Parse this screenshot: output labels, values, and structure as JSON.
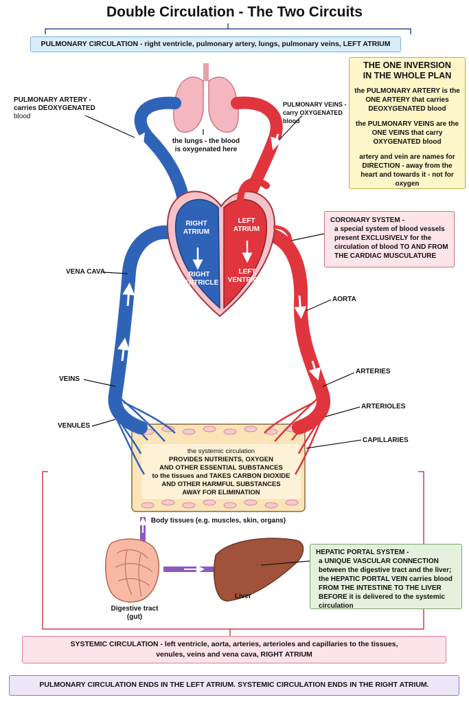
{
  "title": "Double Circulation - The Two Circuits",
  "banners": {
    "pulmonary": "PULMONARY CIRCULATION - right ventricle, pulmonary artery, lungs, pulmonary veins, LEFT ATRIUM",
    "systemic_line1": "SYSTEMIC CIRCULATION - left ventricle, aorta, arteries, arterioles and capillaries to the tissues,",
    "systemic_line2": "venules, veins and vena cava, RIGHT ATRIUM",
    "final": "PULMONARY CIRCULATION ENDS IN THE LEFT ATRIUM. SYSTEMIC CIRCULATION ENDS IN THE RIGHT ATRIUM."
  },
  "inversion_box": {
    "title_line1": "THE ONE INVERSION",
    "title_line2": "IN THE WHOLE PLAN",
    "p1": "the PULMONARY ARTERY is the ONE ARTERY that carries DEOXYGENATED blood",
    "p2": "the PULMONARY VEINS are the ONE VEINS that carry OXYGENATED blood",
    "p3": "artery and vein are names for DIRECTION - away from the heart and towards it - not for oxygen"
  },
  "coronary_box": {
    "title": "CORONARY SYSTEM -",
    "text": "a special system of blood vessels present EXCLUSIVELY for the circulation of blood TO AND FROM THE CARDIAC MUSCULATURE"
  },
  "hepatic_box": {
    "title": "HEPATIC PORTAL SYSTEM -",
    "text": "a UNIQUE VASCULAR CONNECTION between the digestive tract and the liver; the HEPATIC PORTAL VEIN carries blood FROM THE INTESTINE TO THE LIVER BEFORE it is delivered to the systemic circulation"
  },
  "labels": {
    "pulmonary_artery_1": "PULMONARY ARTERY -",
    "pulmonary_artery_2": "carries DEOXYGENATED",
    "pulmonary_artery_3": "blood",
    "pulmonary_veins_1": "PULMONARY VEINS -",
    "pulmonary_veins_2": "carry OXYGENATED",
    "pulmonary_veins_3": "blood",
    "lungs_1": "the lungs - the blood",
    "lungs_2": "is oxygenated here",
    "right_atrium_1": "RIGHT",
    "right_atrium_2": "ATRIUM",
    "right_ventricle_1": "RIGHT",
    "right_ventricle_2": "VENTRICLE",
    "left_atrium_1": "LEFT",
    "left_atrium_2": "ATRIUM",
    "left_ventricle_1": "LEFT",
    "left_ventricle_2": "VENTRICLE",
    "vena_cava": "VENA CAVA",
    "aorta": "AORTA",
    "veins": "VEINS",
    "venules": "VENULES",
    "arteries": "ARTERIES",
    "arterioles": "ARTERIOLES",
    "capillaries": "CAPILLARIES",
    "body_tissues": "Body tissues (e.g. muscles, skin, organs)",
    "liver": "Liver",
    "digestive_1": "Digestive tract",
    "digestive_2": "(gut)"
  },
  "tissue_text": {
    "l1": "the systemic circulation",
    "l2": "PROVIDES NUTRIENTS, OXYGEN",
    "l3": "AND OTHER ESSENTIAL SUBSTANCES",
    "l4": "to the tissues and TAKES CARBON DIOXIDE",
    "l5": "AND OTHER HARMFUL SUBSTANCES",
    "l6": "AWAY FOR ELIMINATION"
  },
  "colors": {
    "deoxygenated": "#2f63b8",
    "oxygenated": "#e0353d",
    "portal": "#8a5cc0",
    "lungs": "#f4b7bf",
    "liver": "#a0533a",
    "tissue": "#fbe4b8"
  }
}
